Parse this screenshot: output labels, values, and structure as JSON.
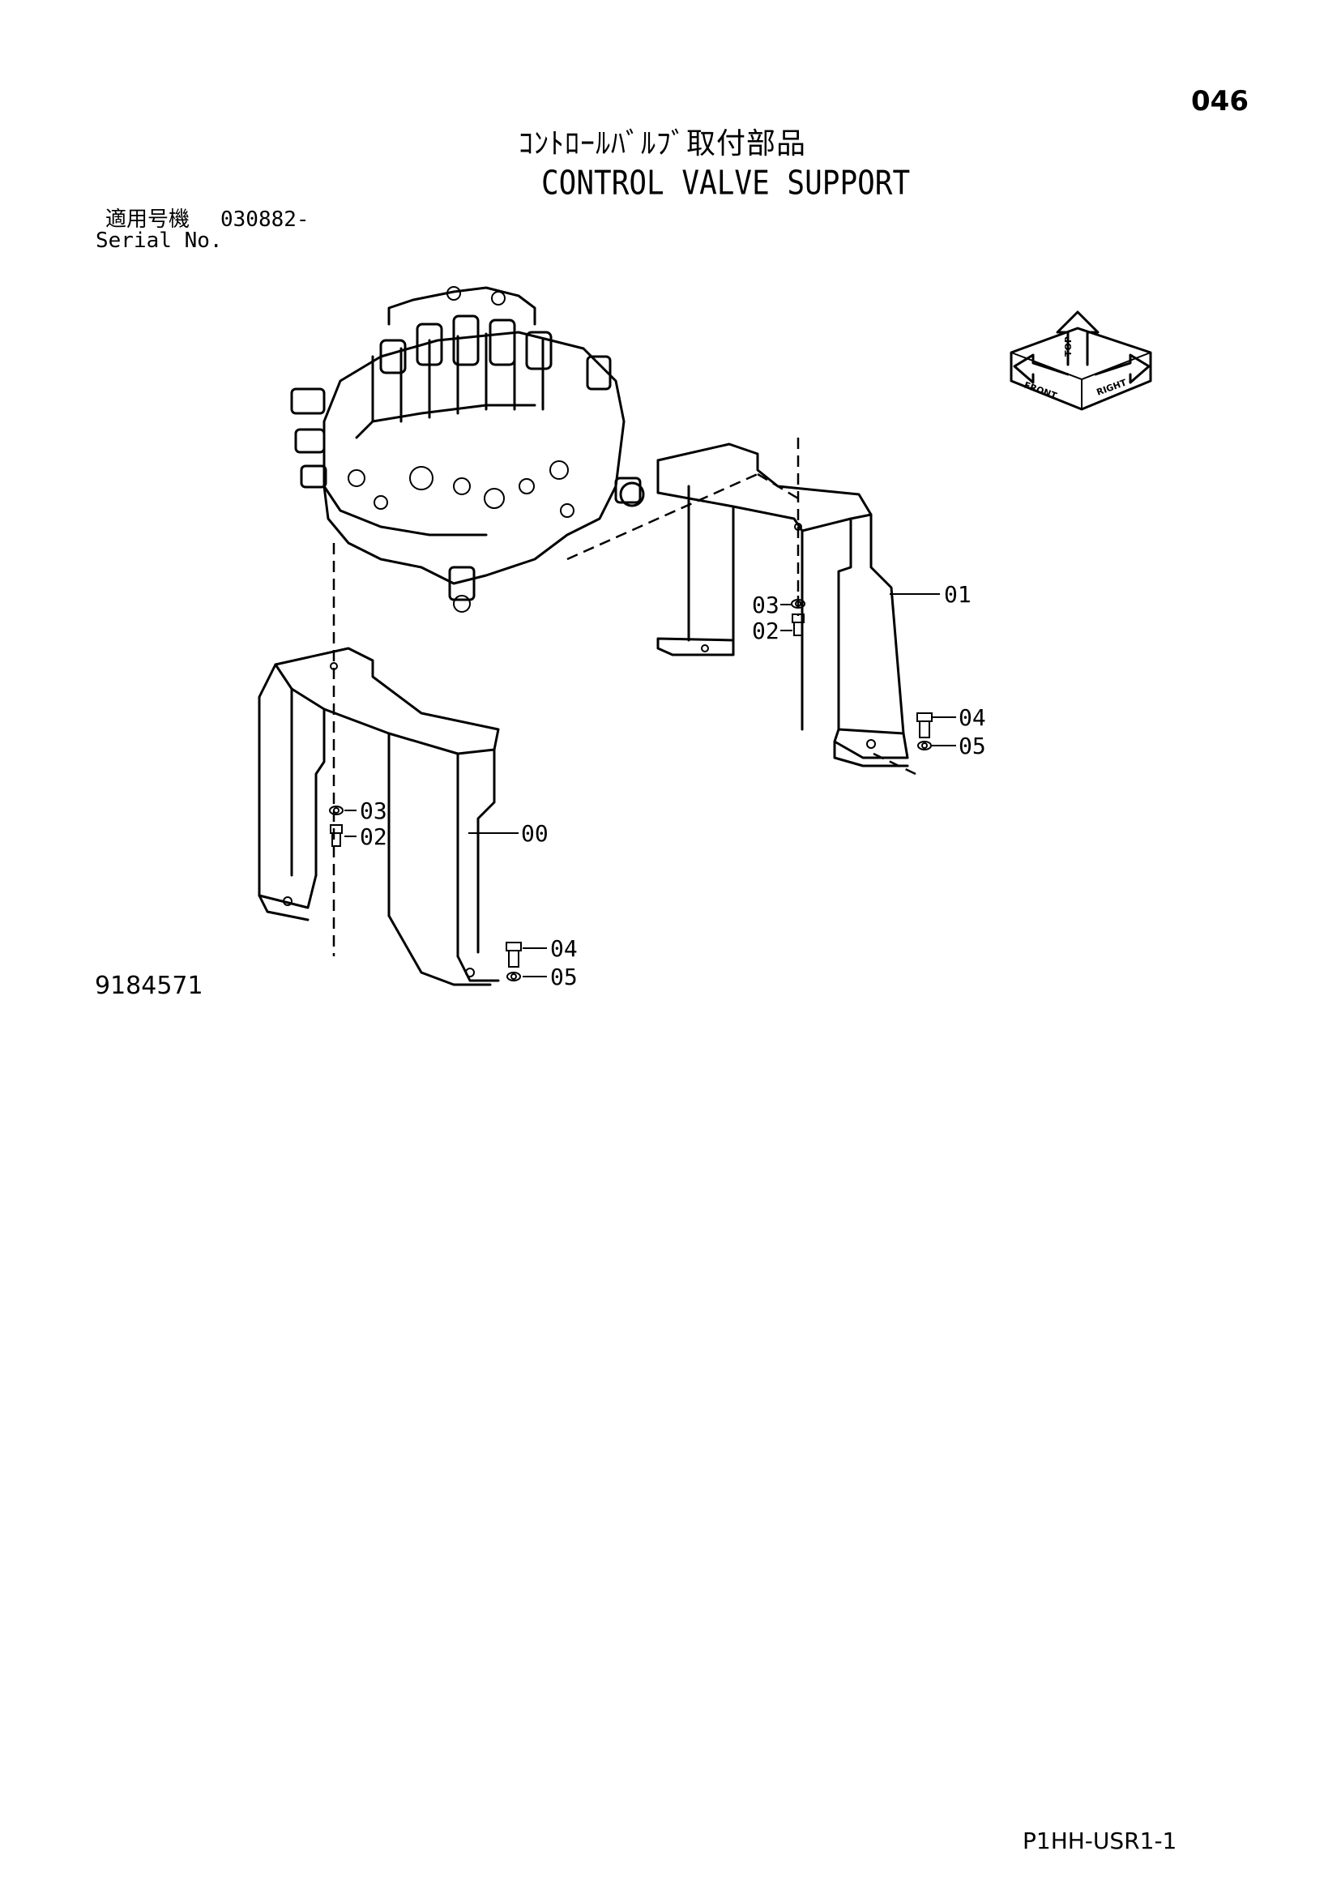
{
  "header": {
    "page_number": "046",
    "title_jp": "ｺﾝﾄﾛｰﾙﾊﾞﾙﾌﾞ取付部品",
    "title_en": "CONTROL VALVE SUPPORT"
  },
  "serial": {
    "label_jp": "適用号機",
    "value": "030882-",
    "label_en": "Serial No."
  },
  "orientation_indicator": {
    "front": "FRONT",
    "right": "RIGHT",
    "top": "TOP"
  },
  "callouts": {
    "bracket_upper": "01",
    "washer_upper": "03",
    "bolt_upper": "02",
    "bolt_upper_foot": "04",
    "washer_upper_foot": "05",
    "bracket_lower": "00",
    "washer_lower": "03",
    "bolt_lower": "02",
    "bolt_lower_foot": "04",
    "washer_lower_foot": "05"
  },
  "figure_number": "9184571",
  "footer": {
    "code": "P1HH-USR1-1"
  }
}
